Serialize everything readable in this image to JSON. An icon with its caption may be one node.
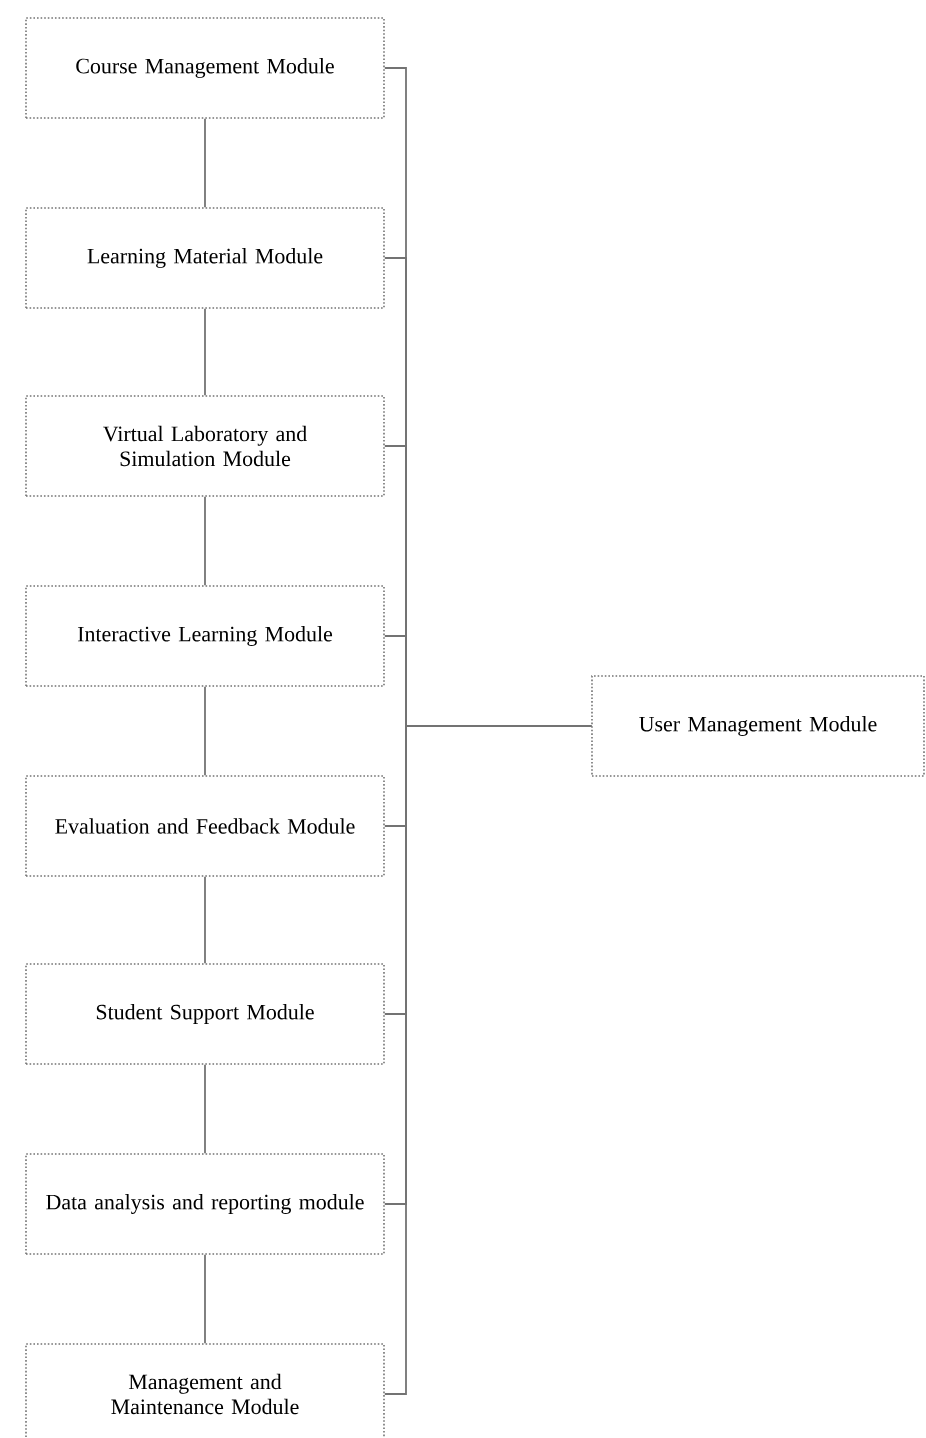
{
  "diagram": {
    "nodes": [
      {
        "text": [
          "Course Management Module"
        ]
      },
      {
        "text": [
          "Learning Material Module"
        ]
      },
      {
        "text": [
          "Virtual Laboratory and Simulation Module"
        ]
      },
      {
        "text": [
          "Interactive Learning Module"
        ]
      },
      {
        "text": [
          "Evaluation and Feedback Module"
        ]
      },
      {
        "text": [
          "Student Support Module"
        ]
      },
      {
        "text": [
          "Data analysis and reporting module"
        ]
      },
      {
        "text": [
          "Management and Maintenance Module"
        ]
      },
      {
        "text": [
          "User Management Module"
        ]
      }
    ],
    "edges": [
      {
        "from": 0,
        "to": 1,
        "arrow": "none"
      },
      {
        "from": 1,
        "to": 2,
        "arrow": "none"
      },
      {
        "from": 2,
        "to": 3,
        "arrow": "none"
      },
      {
        "from": 3,
        "to": 4,
        "arrow": "none"
      },
      {
        "from": 4,
        "to": 5,
        "arrow": "none"
      },
      {
        "from": 5,
        "to": 6,
        "arrow": "none"
      },
      {
        "from": 6,
        "to": 7,
        "arrow": "none"
      },
      {
        "from": 0,
        "to": 8,
        "arrow": "none"
      },
      {
        "from": 1,
        "to": 8,
        "arrow": "none"
      },
      {
        "from": 2,
        "to": 8,
        "arrow": "none"
      },
      {
        "from": 3,
        "to": 8,
        "arrow": "none"
      },
      {
        "from": 4,
        "to": 8,
        "arrow": "none"
      },
      {
        "from": 5,
        "to": 8,
        "arrow": "none"
      },
      {
        "from": 6,
        "to": 8,
        "arrow": "none"
      },
      {
        "from": 7,
        "to": 8,
        "arrow": "none"
      }
    ]
  }
}
